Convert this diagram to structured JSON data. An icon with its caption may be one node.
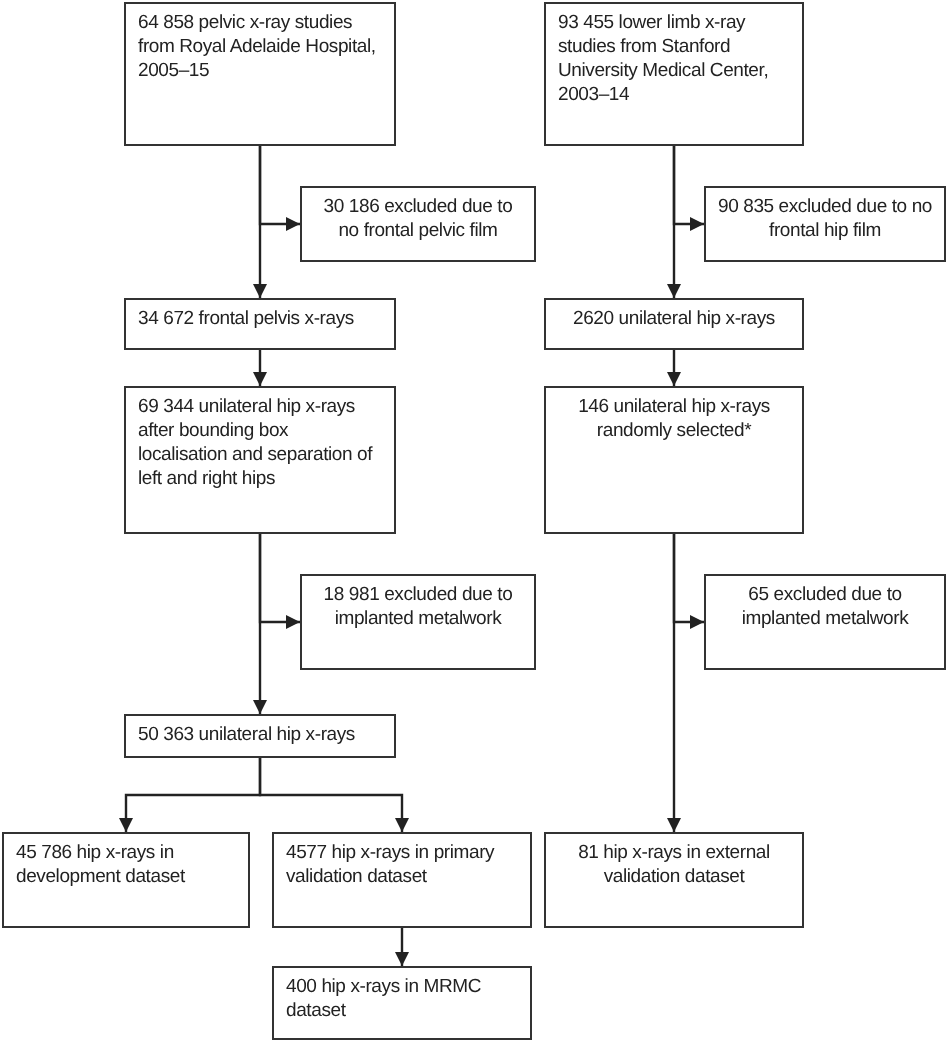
{
  "diagram": {
    "nodes": [
      {
        "text": [
          "64 858 pelvic x-ray studies from Royal Adelaide Hospital, 2005–15"
        ]
      },
      {
        "text": [
          "30 186 excluded due to no frontal pelvic film"
        ]
      },
      {
        "text": [
          "34 672 frontal pelvis x-rays"
        ]
      },
      {
        "text": [
          "69 344 unilateral hip x-rays after bounding box localisation and separation of left and right hips"
        ]
      },
      {
        "text": [
          "18 981 excluded due to implanted metalwork"
        ]
      },
      {
        "text": [
          "50 363 unilateral hip x-rays"
        ]
      },
      {
        "text": [
          "45 786 hip x-rays in development dataset"
        ]
      },
      {
        "text": [
          "4577 hip x-rays in primary validation dataset"
        ]
      },
      {
        "text": [
          "400 hip x-rays in MRMC dataset"
        ]
      },
      {
        "text": [
          "93 455 lower limb x-ray studies from Stanford University Medical Center, 2003–14"
        ]
      },
      {
        "text": [
          "90 835 excluded due to no frontal hip film"
        ]
      },
      {
        "text": [
          "2620 unilateral hip x-rays"
        ]
      },
      {
        "text": [
          "146 unilateral hip x-rays randomly selected*"
        ]
      },
      {
        "text": [
          "65 excluded due to implanted metalwork"
        ]
      },
      {
        "text": [
          "81 hip x-rays in external validation dataset"
        ]
      }
    ],
    "edges": [
      {
        "from": 0,
        "to": 2,
        "arrow": "to"
      },
      {
        "from": 0,
        "to": 1,
        "arrow": "to"
      },
      {
        "from": 2,
        "to": 3,
        "arrow": "to"
      },
      {
        "from": 3,
        "to": 5,
        "arrow": "to"
      },
      {
        "from": 3,
        "to": 4,
        "arrow": "to"
      },
      {
        "from": 5,
        "to": 6,
        "arrow": "to"
      },
      {
        "from": 5,
        "to": 7,
        "arrow": "to"
      },
      {
        "from": 7,
        "to": 8,
        "arrow": "to"
      },
      {
        "from": 9,
        "to": 11,
        "arrow": "to"
      },
      {
        "from": 9,
        "to": 10,
        "arrow": "to"
      },
      {
        "from": 11,
        "to": 12,
        "arrow": "to"
      },
      {
        "from": 12,
        "to": 14,
        "arrow": "to"
      },
      {
        "from": 12,
        "to": 13,
        "arrow": "to"
      }
    ]
  }
}
